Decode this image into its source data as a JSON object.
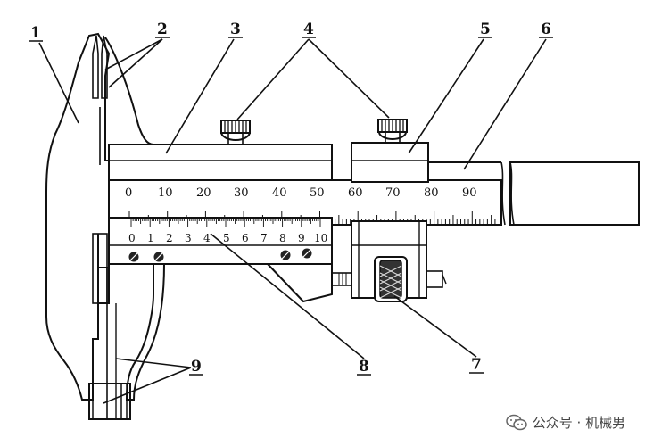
{
  "callouts": [
    {
      "id": "1",
      "label": "1"
    },
    {
      "id": "2",
      "label": "2"
    },
    {
      "id": "3",
      "label": "3"
    },
    {
      "id": "4",
      "label": "4"
    },
    {
      "id": "5",
      "label": "5"
    },
    {
      "id": "6",
      "label": "6"
    },
    {
      "id": "7",
      "label": "7"
    },
    {
      "id": "8",
      "label": "8"
    },
    {
      "id": "9",
      "label": "9"
    }
  ],
  "main_scale": {
    "labels": [
      "0",
      "10",
      "20",
      "30",
      "40",
      "50",
      "60",
      "70",
      "80",
      "90"
    ]
  },
  "vernier_scale": {
    "labels": [
      "0",
      "1",
      "2",
      "3",
      "4",
      "5",
      "6",
      "7",
      "8",
      "9",
      "10"
    ]
  },
  "watermark": {
    "icon": "wechat-icon",
    "text": "公众号 · 机械男"
  },
  "colors": {
    "line": "#111111",
    "background": "#ffffff"
  }
}
